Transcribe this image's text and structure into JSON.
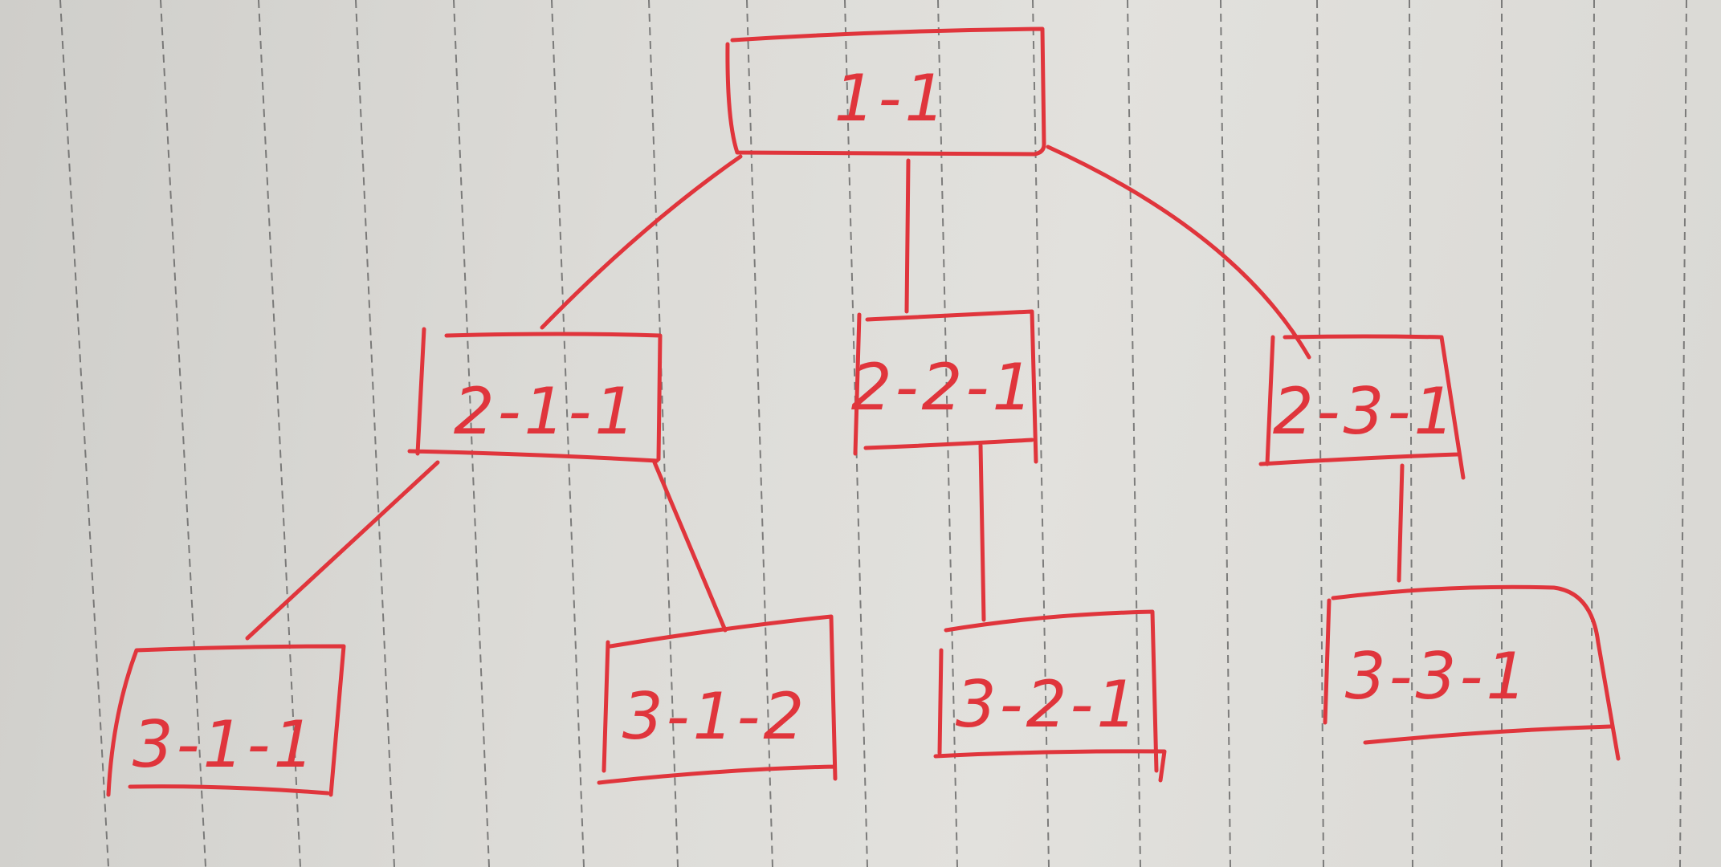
{
  "ink_color": "#e0353c",
  "tree": {
    "root": {
      "label": "1-1",
      "children": [
        {
          "label": "2-1-1",
          "children": [
            {
              "label": "3-1-1"
            },
            {
              "label": "3-1-2"
            }
          ]
        },
        {
          "label": "2-2-1",
          "children": [
            {
              "label": "3-2-1"
            }
          ]
        },
        {
          "label": "2-3-1",
          "children": [
            {
              "label": "3-3-1"
            }
          ]
        }
      ]
    }
  }
}
